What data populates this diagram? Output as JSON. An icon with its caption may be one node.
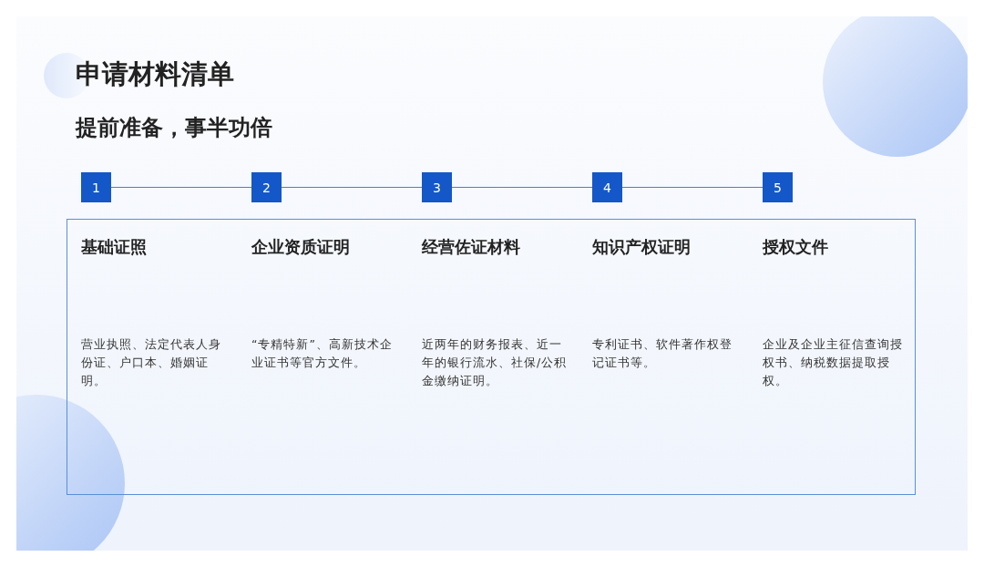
{
  "diagram": {
    "title": "申请材料清单",
    "nodes": [
      {
        "text": [
          "1"
        ]
      },
      {
        "text": [
          "2"
        ]
      },
      {
        "text": [
          "3"
        ]
      },
      {
        "text": [
          "4"
        ]
      },
      {
        "text": [
          "5"
        ]
      },
      {
        "text": [
          "基础证照",
          "营业执照、法定代表人身份证、户口本、婚姻证明。",
          "企业资质证明",
          "“专精特新”、高新技术企业证书等官方文件。",
          "经营佐证材料",
          "近两年的财务报表、近一年的银行流水、社保/公积金缴纳证明。",
          "知识产权证明",
          "专利证书、软件著作权登记证书等。",
          "授权文件",
          "企业及企业主征信查询授权书、纳税数据提取授权。"
        ]
      }
    ],
    "edges": [
      {
        "from": 0,
        "to": 1,
        "arrow": "none"
      },
      {
        "from": 1,
        "to": 2,
        "arrow": "none"
      },
      {
        "from": 2,
        "to": 3,
        "arrow": "none"
      },
      {
        "from": 3,
        "to": 4,
        "arrow": "none"
      }
    ],
    "labels": [
      "提前准备，事半功倍"
    ]
  }
}
